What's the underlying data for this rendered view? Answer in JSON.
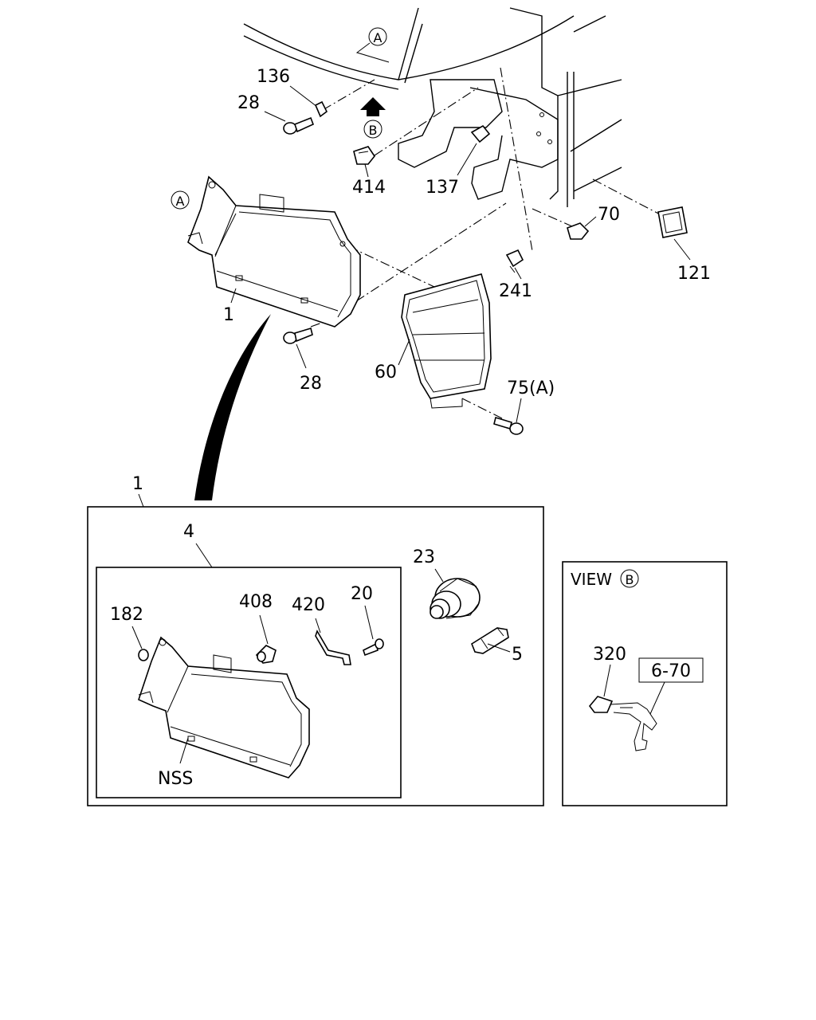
{
  "callouts": {
    "p136": "136",
    "p28_top": "28",
    "p414": "414",
    "p137": "137",
    "p70": "70",
    "p121": "121",
    "p241": "241",
    "p1_top": "1",
    "p28_mid": "28",
    "p60": "60",
    "p75": "75(A)",
    "p1_box": "1",
    "p4": "4",
    "p23": "23",
    "p182": "182",
    "p408": "408",
    "p420": "420",
    "p20": "20",
    "p5": "5",
    "nss": "NSS",
    "p320": "320",
    "ref_6_70": "6-70"
  },
  "markers": {
    "a_top": "A",
    "a_left": "A",
    "b_main": "B",
    "b_view": "B"
  },
  "view_box": {
    "title": "VIEW"
  }
}
